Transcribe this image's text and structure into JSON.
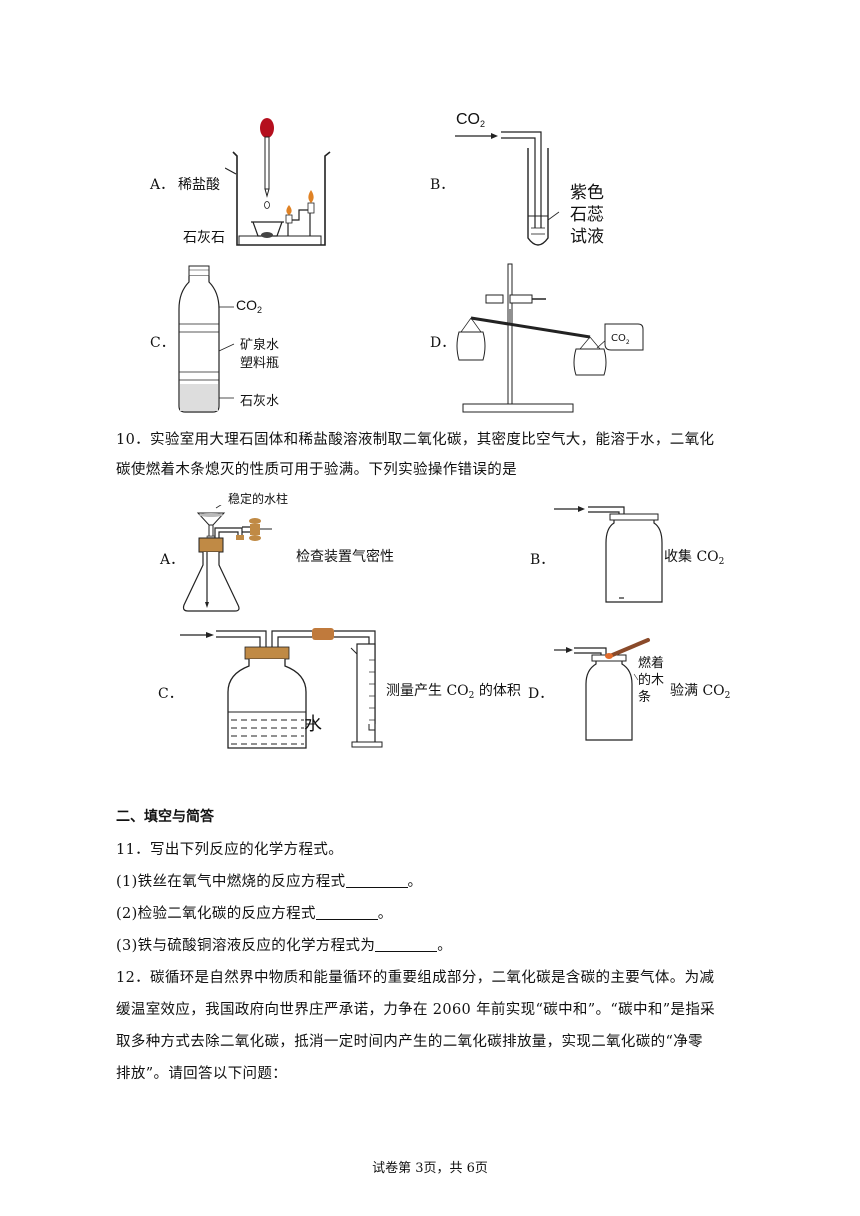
{
  "q9": {
    "A": {
      "letter": "A．",
      "dropper_label": "稀盐酸",
      "stone_label": "石灰石"
    },
    "B": {
      "letter": "B．",
      "gas_label": "CO",
      "gas_sub": "2",
      "liquid_l1": "紫色",
      "liquid_l2": "石蕊",
      "liquid_l3": "试液"
    },
    "C": {
      "letter": "C．",
      "gas_label": "CO",
      "gas_sub": "2",
      "bottle_l1": "矿泉水",
      "bottle_l2": "塑料瓶",
      "water_label": "石灰水"
    },
    "D": {
      "letter": "D．",
      "bag_label": "CO",
      "bag_sub": "2"
    }
  },
  "q10": {
    "stem_line1": "10．实验室用大理石固体和稀盐酸溶液制取二氧化碳，其密度比空气大，能溶于水，二氧化",
    "stem_line2": "碳使燃着木条熄灭的性质可用于验满。下列实验操作错误的是",
    "A": {
      "letter": "A．",
      "column_label": "稳定的水柱",
      "caption": "检查装置气密性"
    },
    "B": {
      "letter": "B．",
      "caption_pre": "收集 CO",
      "caption_sub": "2"
    },
    "C": {
      "letter": "C．",
      "water_label": "水",
      "caption_pre": "测量产生 CO",
      "caption_sub": "2",
      "caption_post": " 的体积"
    },
    "D": {
      "letter": "D．",
      "stick_l1": "燃着",
      "stick_l2": "的木",
      "stick_l3": "条",
      "caption_pre": "验满 CO",
      "caption_sub": "2"
    }
  },
  "section2": {
    "heading": "二、填空与简答"
  },
  "q11": {
    "stem": "11．写出下列反应的化学方程式。",
    "p1_pre": "(1)铁丝在氧气中燃烧的反应方程式",
    "p1_post": "。",
    "p2_pre": "(2)检验二氧化碳的反应方程式",
    "p2_post": "。",
    "p3_pre": "(3)铁与硫酸铜溶液反应的化学方程式为",
    "p3_post": "。"
  },
  "q12": {
    "line1": "12．碳循环是自然界中物质和能量循环的重要组成部分，二氧化碳是含碳的主要气体。为减",
    "line2": "缓温室效应，我国政府向世界庄严承诺，力争在 2060 年前实现“碳中和”。“碳中和”是指采",
    "line3": "取多种方式去除二氧化碳，抵消一定时间内产生的二氧化碳排放量，实现二氧化碳的“净零",
    "line4": "排放”。请回答以下问题："
  },
  "footer": {
    "page_text": "试卷第 3页，共 6页"
  }
}
